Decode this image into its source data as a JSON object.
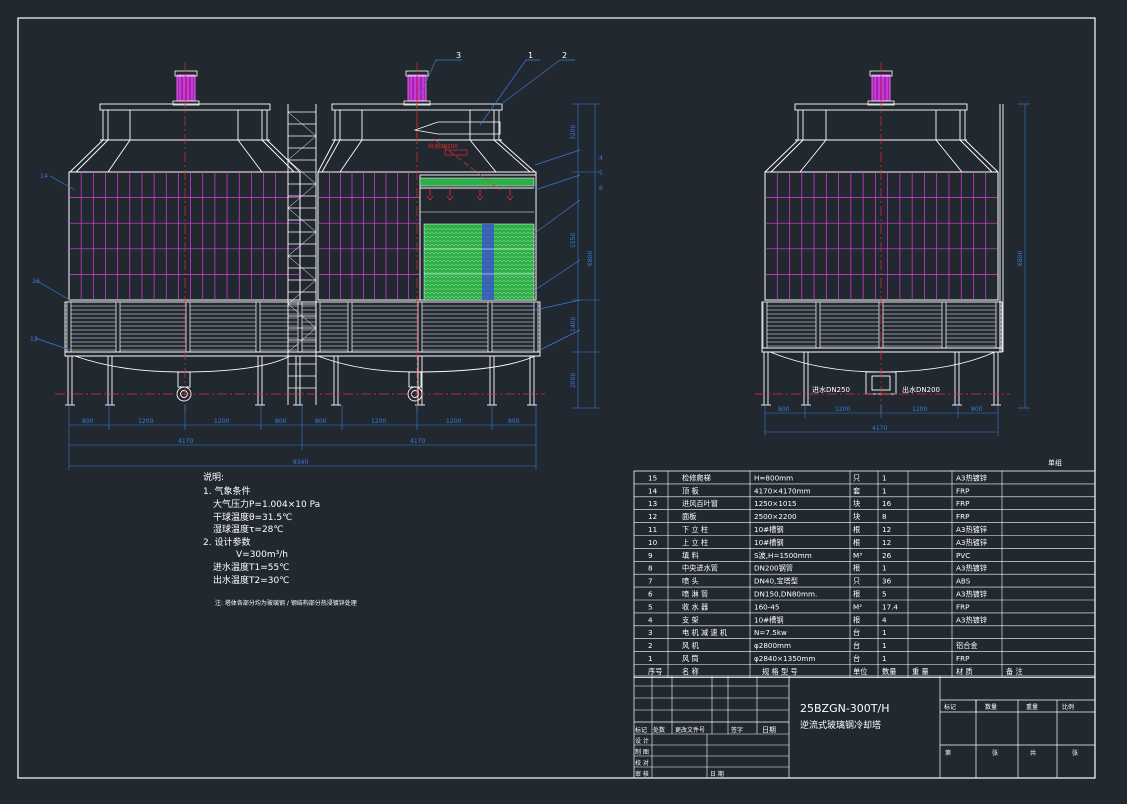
{
  "colors": {
    "background": "#212830",
    "frame": "#ffffff",
    "structure": "#ffffff",
    "panel_grid": "#e040e0",
    "centerline": "#e03030",
    "fill_media": "#2fae4a",
    "motor": "#b020c0",
    "dimension": "#3a7bd5",
    "leader": "#3a7bd5",
    "table_lines": "#ffffff",
    "text": "#ffffff"
  },
  "front_view": {
    "callouts": [
      "3",
      "1",
      "2"
    ],
    "side_labels_left": [
      "14",
      "13",
      "12"
    ],
    "right_markers": [
      "4",
      "5",
      "6"
    ],
    "right_dimensions": [
      "3200",
      "1550",
      "2000",
      "6800",
      "1400"
    ],
    "bottom_dimensions": [
      "800",
      "1200",
      "1200",
      "800"
    ],
    "sub_totals": [
      "4170",
      "4170"
    ],
    "overall_width": "8340",
    "outlet_label": "出水DN200"
  },
  "side_view": {
    "inlet_label": "进水DN250",
    "outlet_label": "出水DN200",
    "height_dimension": "6800",
    "bottom_dimensions": [
      "800",
      "1200",
      "1200",
      "800"
    ],
    "overall_width": "4170"
  },
  "notes": {
    "title": "说明:",
    "lines": [
      "1. 气象条件",
      "大气压力P=1.004×10 Pa",
      "干球温度θ=31.5℃",
      "湿球温度τ=28℃",
      "2. 设计参数",
      "V=300m³/h",
      "进水温度T1=55℃",
      "出水温度T2=30℃"
    ],
    "footer": "注: 塔体各部分均为玻璃钢 / 钢结构部分热浸镀锌处理"
  },
  "bom": {
    "title_tag": "单组",
    "headers": [
      "序号",
      "名 称",
      "规 格 型 号",
      "单位",
      "数量",
      "重 量",
      "材 质",
      "备 注"
    ],
    "rows": [
      [
        "15",
        "检修爬梯",
        "H=800mm",
        "只",
        "1",
        "",
        "A3热镀锌",
        ""
      ],
      [
        "14",
        "顶 板",
        "4170×4170mm",
        "套",
        "1",
        "",
        "FRP",
        ""
      ],
      [
        "13",
        "进风百叶窗",
        "1250×1015",
        "块",
        "16",
        "",
        "FRP",
        ""
      ],
      [
        "12",
        "面板",
        "2500×2200",
        "块",
        "8",
        "",
        "FRP",
        ""
      ],
      [
        "11",
        "下 立 柱",
        "10#槽钢",
        "根",
        "12",
        "",
        "A3热镀锌",
        ""
      ],
      [
        "10",
        "上 立 柱",
        "10#槽钢",
        "根",
        "12",
        "",
        "A3热镀锌",
        ""
      ],
      [
        "9",
        "填 料",
        "S波,H=1500mm",
        "M³",
        "26",
        "",
        "PVC",
        ""
      ],
      [
        "8",
        "中央进水管",
        "DN200钢管",
        "根",
        "1",
        "",
        "A3热镀锌",
        ""
      ],
      [
        "7",
        "喷 头",
        "DN40,宝塔型",
        "只",
        "36",
        "",
        "ABS",
        ""
      ],
      [
        "6",
        "喷 淋 管",
        "DN150,DN80mm.",
        "根",
        "5",
        "",
        "A3热镀锌",
        ""
      ],
      [
        "5",
        "收 水 器",
        "160-45",
        "M²",
        "17.4",
        "",
        "FRP",
        ""
      ],
      [
        "4",
        "支 架",
        "10#槽钢",
        "根",
        "4",
        "",
        "A3热镀锌",
        ""
      ],
      [
        "3",
        "电 机  减 速 机",
        "N=7.5kw",
        "台",
        "1",
        "",
        "",
        ""
      ],
      [
        "2",
        "风 机",
        "φ2800mm",
        "台",
        "1",
        "",
        "铝合金",
        ""
      ],
      [
        "1",
        "风 筒",
        "φ2840×1350mm",
        "台",
        "1",
        "",
        "FRP",
        ""
      ]
    ]
  },
  "title_block": {
    "model": "25BZGN-300T/H",
    "description": "逆流式玻璃钢冷却塔",
    "left_header": [
      "标记",
      "处数",
      "更改文件号",
      "签字",
      "日期"
    ],
    "roles": [
      "设 计",
      "制 图",
      "校 对",
      "审 核"
    ],
    "date_label": "日 期",
    "right_header": [
      "标记",
      "数量",
      "重量",
      "比例"
    ],
    "sheet_labels": [
      "第",
      "张",
      "共",
      "张"
    ]
  }
}
